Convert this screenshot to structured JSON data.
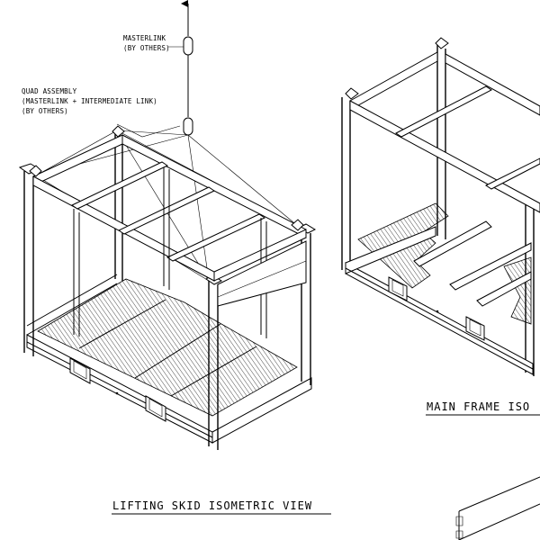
{
  "annotations": {
    "masterlink_line1": "MASTERLINK",
    "masterlink_line2": "(BY OTHERS)",
    "quad_line1": "QUAD ASSEMBLY",
    "quad_line2": "(MASTERLINK + INTERMEDIATE LINK)",
    "quad_line3": "(BY OTHERS)"
  },
  "titles": {
    "lifting_skid": "LIFTING SKID ISOMETRIC VIEW",
    "main_frame": "MAIN FRAME ISO"
  }
}
